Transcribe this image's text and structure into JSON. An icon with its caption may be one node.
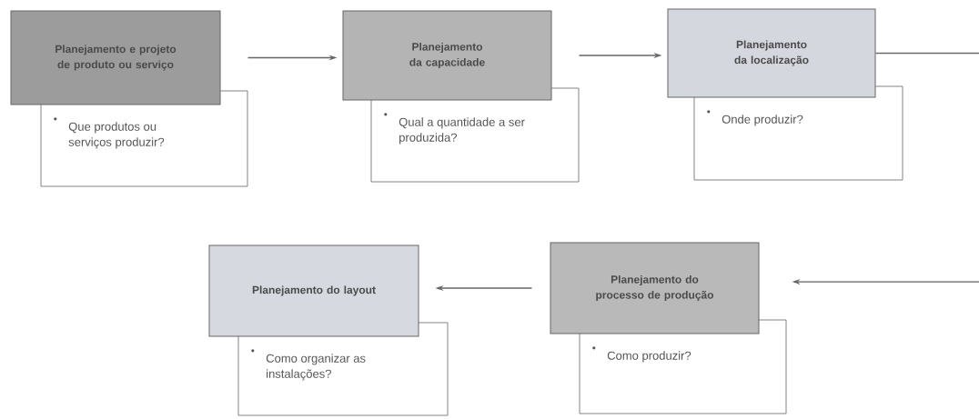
{
  "diagram": {
    "nodes": [
      {
        "text": [
          "Planejamento e projeto de produto ou serviço"
        ]
      },
      {
        "text": [
          "Que produtos ou serviços produzir?"
        ]
      },
      {
        "text": [
          "Planejamento da capacidade"
        ]
      },
      {
        "text": [
          "Qual a quantidade a ser produzida?"
        ]
      },
      {
        "text": [
          "Planejamento da localização"
        ]
      },
      {
        "text": [
          "Onde produzir?"
        ]
      },
      {
        "text": [
          "Planejamento do layout"
        ]
      },
      {
        "text": [
          "Como organizar as instalações?"
        ]
      },
      {
        "text": [
          "Planejamento do processo de produção"
        ]
      },
      {
        "text": [
          "Como produzir?"
        ]
      }
    ],
    "edges": [
      {
        "from": 0,
        "to": 2,
        "arrow": "to"
      },
      {
        "from": 2,
        "to": 4,
        "arrow": "to"
      },
      {
        "from": 4,
        "to": null,
        "arrow": "none"
      },
      {
        "from": null,
        "to": 8,
        "arrow": "to"
      },
      {
        "from": 8,
        "to": 6,
        "arrow": "to"
      }
    ]
  }
}
